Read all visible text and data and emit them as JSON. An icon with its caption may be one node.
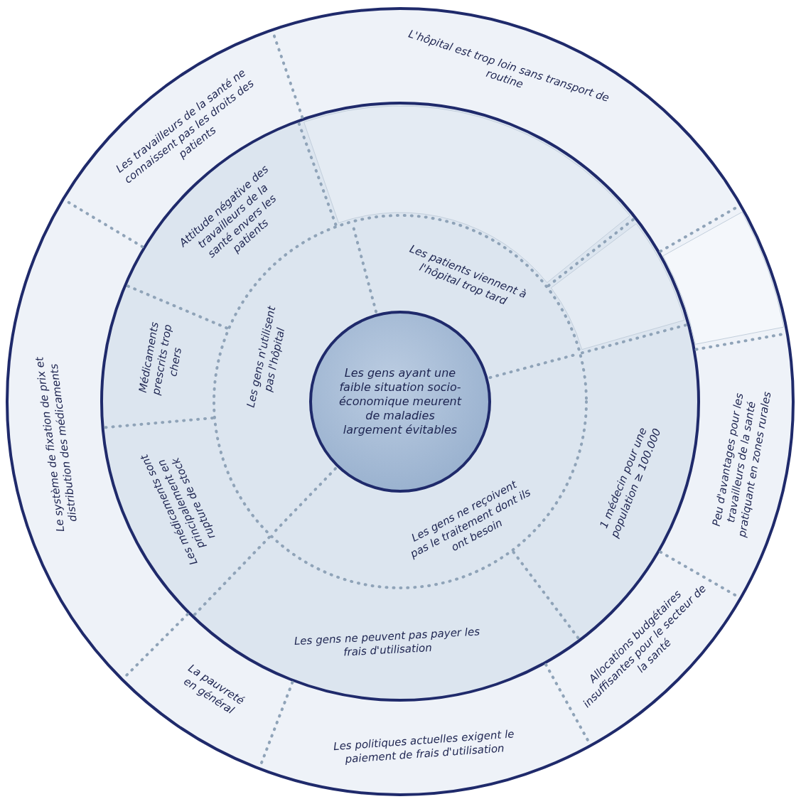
{
  "diagram": {
    "nodes": [
      {
        "text": [
          "L'hôpital est trop loin sans transport de routine"
        ]
      },
      {
        "text": [],
        "shape": "segment"
      },
      {
        "text": [
          "Les travailleurs de la santé ne connaissent pas les droits des patients"
        ]
      },
      {
        "text": [
          "Le système de fixation de prix et distribution des médicaments"
        ]
      },
      {
        "text": [
          "Peu d'avantages pour les travailleurs de la santé pratiquant en zones rurales"
        ]
      },
      {
        "text": [
          "Attitude négative des travailleurs de la santé envers les patients"
        ]
      },
      {
        "text": [],
        "shape": "segment"
      },
      {
        "text": [],
        "shape": "segment"
      },
      {
        "text": [
          "Les patients viennent à l'hôpital trop tard"
        ]
      },
      {
        "text": [
          "Médicaments prescrits trop chers"
        ]
      },
      {
        "text": [
          "Les gens n'utilisent pas l'hôpital"
        ]
      },
      {
        "text": [
          "Les gens ayant une faible situation socio-économique meurent de maladies largement évitables"
        ]
      },
      {
        "text": [
          "1 médecin pour une population ≥ 100.000"
        ]
      },
      {
        "text": [
          "Les médicaments sont principalement en rupture de stock"
        ]
      },
      {
        "text": [
          "Les gens ne reçoivent pas le traitement dont ils ont besoin"
        ]
      },
      {
        "text": [
          "Les gens ne peuvent pas payer les frais d'utilisation"
        ]
      },
      {
        "text": [
          "Allocations budgétaires insuffisantes pour le secteur de la santé"
        ]
      },
      {
        "text": [
          "La pauvreté en général"
        ]
      },
      {
        "text": [
          "Les politiques actuelles exigent le paiement de frais d'utilisation"
        ]
      }
    ]
  }
}
